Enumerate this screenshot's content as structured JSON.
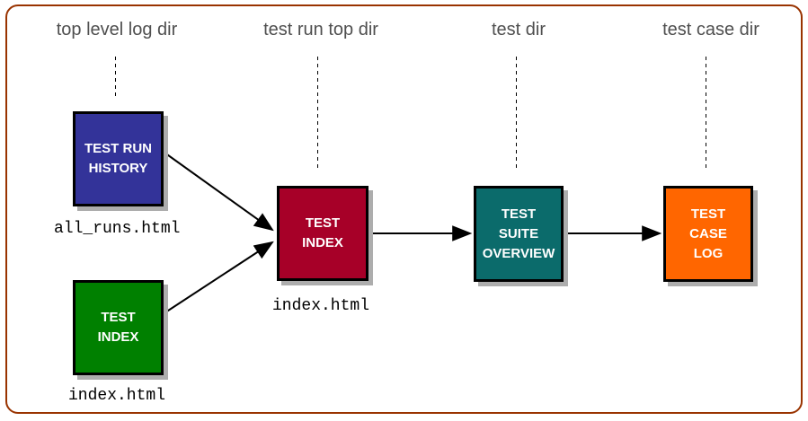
{
  "columns": [
    {
      "label": "top level log dir"
    },
    {
      "label": "test run top dir"
    },
    {
      "label": "test dir"
    },
    {
      "label": "test case dir"
    }
  ],
  "nodes": {
    "test_run_history": {
      "lines": [
        "TEST RUN",
        "HISTORY"
      ],
      "color": "#333399",
      "file": "all_runs.html"
    },
    "test_index_top": {
      "lines": [
        "TEST",
        "INDEX"
      ],
      "color": "#008000",
      "file": "index.html"
    },
    "test_index_run": {
      "lines": [
        "TEST",
        "INDEX"
      ],
      "color": "#a70028",
      "file": "index.html"
    },
    "test_suite_overview": {
      "lines": [
        "TEST",
        "SUITE",
        "OVERVIEW"
      ],
      "color": "#0b6b6b"
    },
    "test_case_log": {
      "lines": [
        "TEST",
        "CASE",
        "LOG"
      ],
      "color": "#ff6600"
    }
  },
  "colors": {
    "background": "#ffffff",
    "frame_border": "#993300",
    "heading_text": "#4f4f4f",
    "box_border": "#000000",
    "box_text": "#ffffff",
    "box_shadow": "#adadad",
    "arrow": "#000000",
    "guide_line": "#000000"
  }
}
